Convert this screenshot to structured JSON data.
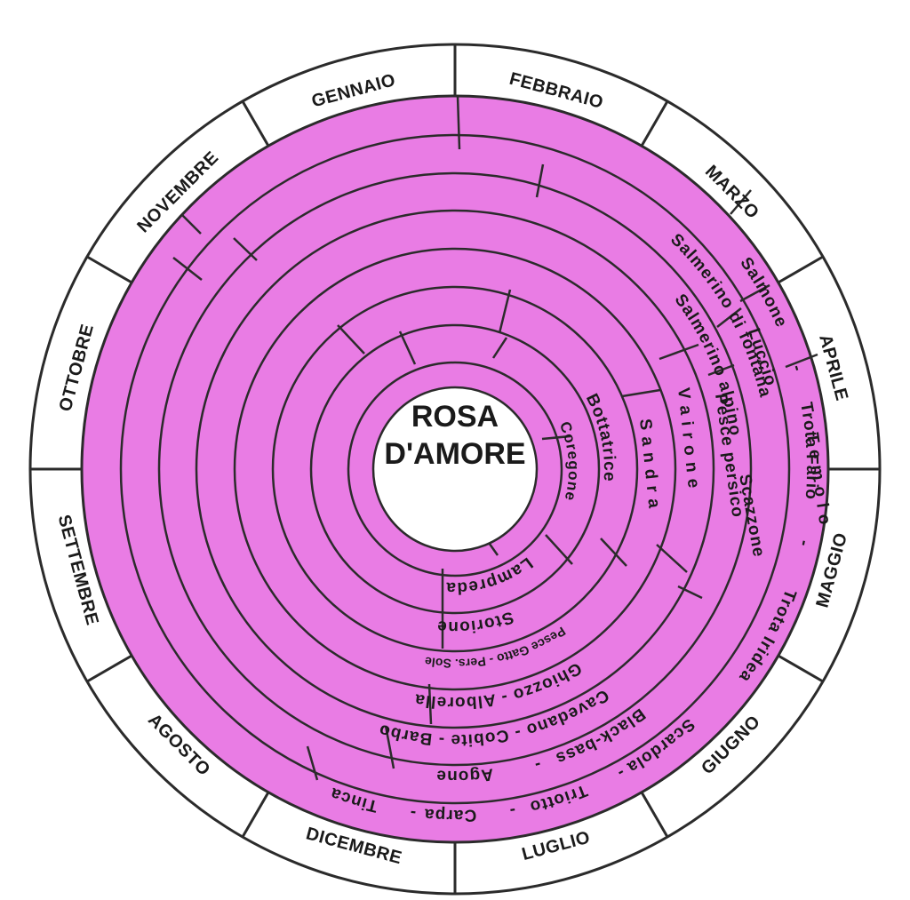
{
  "title": {
    "line1": "ROSA",
    "line2": "D'AMORE"
  },
  "colors": {
    "fill": "#e97ce4",
    "line": "#2b2b2b",
    "ring": "#ffffff"
  },
  "months": [
    {
      "id": "dicembre",
      "label": "DICEMBRE",
      "angle": -165
    },
    {
      "id": "gennaio",
      "label": "GENNAIO",
      "angle": -15
    },
    {
      "id": "febbraio",
      "label": "FEBBRAIO",
      "angle": 15
    },
    {
      "id": "marzo",
      "label": "MARZO",
      "angle": 45
    },
    {
      "id": "aprile",
      "label": "APRILE",
      "angle": 75
    },
    {
      "id": "maggio",
      "label": "MAGGIO",
      "angle": 105
    },
    {
      "id": "giugno",
      "label": "GIUGNO",
      "angle": 135
    },
    {
      "id": "luglio",
      "label": "LUGLIO",
      "angle": 165
    },
    {
      "id": "agosto",
      "label": "AGOSTO",
      "angle": -135
    },
    {
      "id": "settembre",
      "label": "SETTEMBRE",
      "angle": -105
    },
    {
      "id": "ottobre",
      "label": "OTTOBRE",
      "angle": -75
    },
    {
      "id": "novembre",
      "label": "NOVEMBRE",
      "angle": -45
    }
  ],
  "fish": [
    {
      "id": "salmone",
      "label": "Salmone"
    },
    {
      "id": "trota-fario",
      "label": "Trota Fario"
    },
    {
      "id": "trota-iridea",
      "label": "Trota Iridea"
    },
    {
      "id": "salmerino-fontana",
      "label": "Salmerino di fontana"
    },
    {
      "id": "salmerino-alpino",
      "label": "Salmerino  alpino"
    },
    {
      "id": "bottatrice",
      "label": "Bottatrice"
    },
    {
      "id": "coregone",
      "label": "Coregone"
    },
    {
      "id": "luccio",
      "label": "Luccio"
    },
    {
      "id": "temolo",
      "label": "T e m o l o"
    },
    {
      "id": "pesce-persico",
      "label": "Pesce  persico"
    },
    {
      "id": "vairone",
      "label": "V a i r o n e"
    },
    {
      "id": "sandra",
      "label": "S a n d r a"
    },
    {
      "id": "lampreda",
      "label": "Lampreda"
    },
    {
      "id": "scazzone",
      "label": "Scazzone"
    },
    {
      "id": "storione",
      "label": "Storione"
    },
    {
      "id": "pesce-gatto",
      "label": "Pesce Gatto - Pers. Sole"
    },
    {
      "id": "ghiozzo",
      "label": "Ghiozzo  -  Alborella"
    },
    {
      "id": "cavedano",
      "label": "Cavedano - Cobite - Barbo"
    },
    {
      "id": "agone",
      "label": "Agone"
    },
    {
      "id": "black-bass",
      "label": "Black-bass"
    },
    {
      "id": "tinca",
      "label": "Tinca"
    },
    {
      "id": "carpa",
      "label": "Carpa"
    },
    {
      "id": "triotto",
      "label": "Triotto"
    },
    {
      "id": "scardola",
      "label": "Scardola"
    }
  ],
  "separators": {
    "dash": "-"
  }
}
